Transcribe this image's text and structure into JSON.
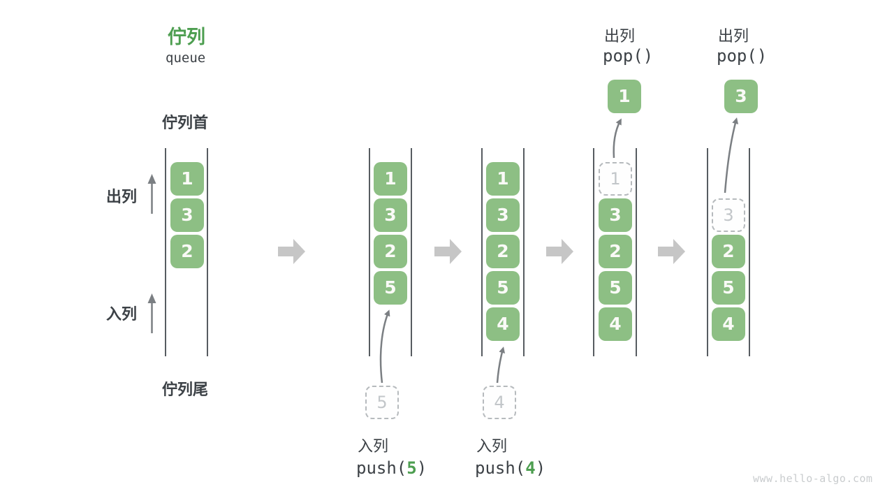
{
  "title": {
    "zh": "佇列",
    "en": "queue"
  },
  "side_labels": {
    "front": "佇列首",
    "rear": "佇列尾",
    "dequeue": "出列",
    "enqueue": "入列"
  },
  "ops": {
    "push5": {
      "label": "入列",
      "fn": "push(",
      "arg": "5",
      "close": ")"
    },
    "push4": {
      "label": "入列",
      "fn": "push(",
      "arg": "4",
      "close": ")"
    },
    "pop1": {
      "label": "出列",
      "fn": "pop()"
    },
    "pop2": {
      "label": "出列",
      "fn": "pop()"
    }
  },
  "states": [
    {
      "queue": [
        "1",
        "3",
        "2"
      ]
    },
    {
      "queue": [
        "1",
        "3",
        "2",
        "5"
      ],
      "staging": "5"
    },
    {
      "queue": [
        "1",
        "3",
        "2",
        "5",
        "4"
      ],
      "staging": "4"
    },
    {
      "queue": [
        "3",
        "2",
        "5",
        "4"
      ],
      "ghost": "1",
      "popped": "1"
    },
    {
      "queue": [
        "2",
        "5",
        "4"
      ],
      "ghost": "3",
      "popped": "3"
    }
  ],
  "watermark": "www.hello-algo.com",
  "colors": {
    "cell_green": "#8dbf84",
    "accent_green": "#4d9e50",
    "text_dark": "#3c4146",
    "rail_gray": "#575c61",
    "thin_arrow_gray": "#7b7f83",
    "block_arrow_gray": "#c6c6c6",
    "ghost_border": "#b6babd",
    "ghost_text": "#c2c6c9",
    "watermark_gray": "#c9ccce"
  }
}
